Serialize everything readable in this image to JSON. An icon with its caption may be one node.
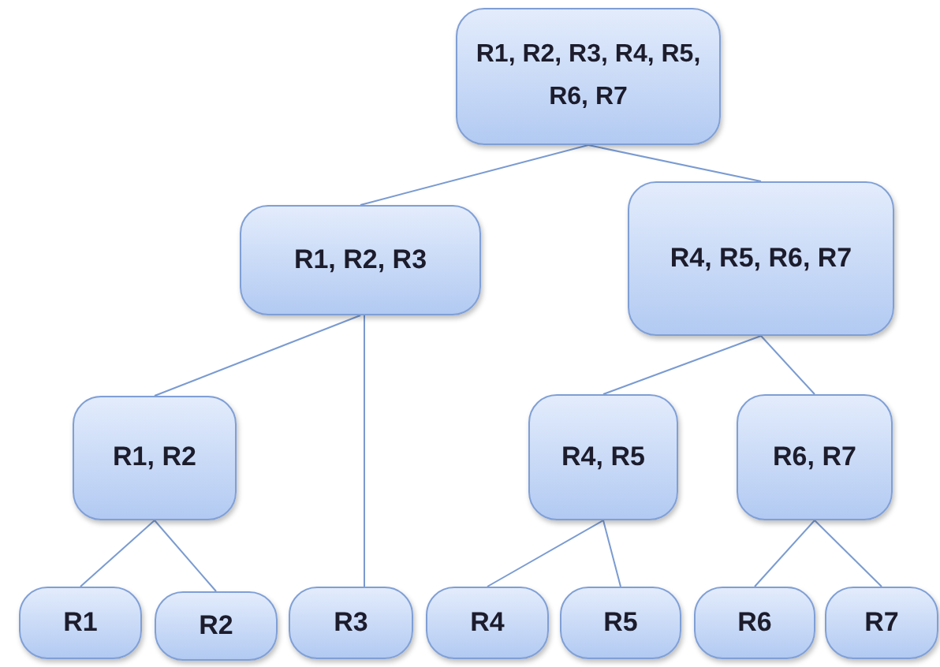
{
  "diagram": {
    "nodes": [
      {
        "text": [
          "R1, R2, R3, R4, R5, R6, R7"
        ]
      },
      {
        "text": [
          "R1, R2, R3"
        ]
      },
      {
        "text": [
          "R4, R5, R6, R7"
        ]
      },
      {
        "text": [
          "R1, R2"
        ]
      },
      {
        "text": [
          "R4, R5"
        ]
      },
      {
        "text": [
          "R6, R7"
        ]
      },
      {
        "text": [
          "R1"
        ]
      },
      {
        "text": [
          "R2"
        ]
      },
      {
        "text": [
          "R3"
        ]
      },
      {
        "text": [
          "R4"
        ]
      },
      {
        "text": [
          "R5"
        ]
      },
      {
        "text": [
          "R6"
        ]
      },
      {
        "text": [
          "R7"
        ]
      }
    ],
    "edges": [
      {
        "from": 0,
        "to": 1,
        "arrow": "none"
      },
      {
        "from": 0,
        "to": 2,
        "arrow": "none"
      },
      {
        "from": 1,
        "to": 3,
        "arrow": "none"
      },
      {
        "from": 1,
        "to": 8,
        "arrow": "none"
      },
      {
        "from": 2,
        "to": 4,
        "arrow": "none"
      },
      {
        "from": 2,
        "to": 5,
        "arrow": "none"
      },
      {
        "from": 3,
        "to": 6,
        "arrow": "none"
      },
      {
        "from": 3,
        "to": 7,
        "arrow": "none"
      },
      {
        "from": 4,
        "to": 9,
        "arrow": "none"
      },
      {
        "from": 4,
        "to": 10,
        "arrow": "none"
      },
      {
        "from": 5,
        "to": 11,
        "arrow": "none"
      },
      {
        "from": 5,
        "to": 12,
        "arrow": "none"
      }
    ]
  }
}
